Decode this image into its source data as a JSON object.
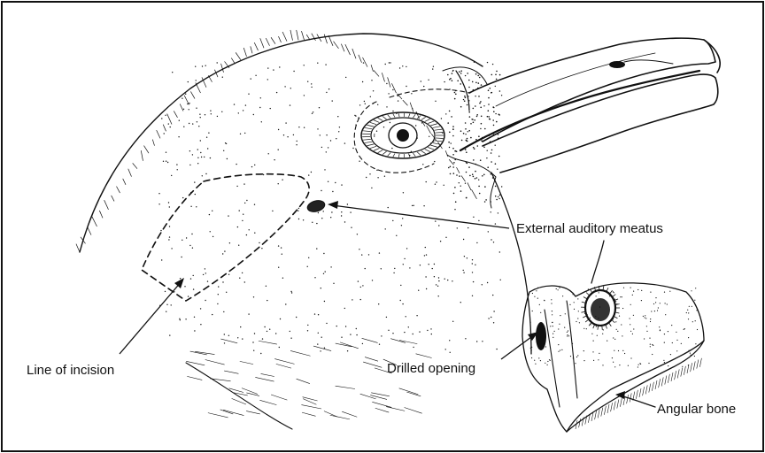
{
  "labels": {
    "external_auditory_meatus": "External auditory meatus",
    "line_of_incision": "Line of incision",
    "drilled_opening": "Drilled opening",
    "angular_bone": "Angular bone"
  },
  "colors": {
    "ink": "#111111",
    "paper": "#ffffff"
  }
}
